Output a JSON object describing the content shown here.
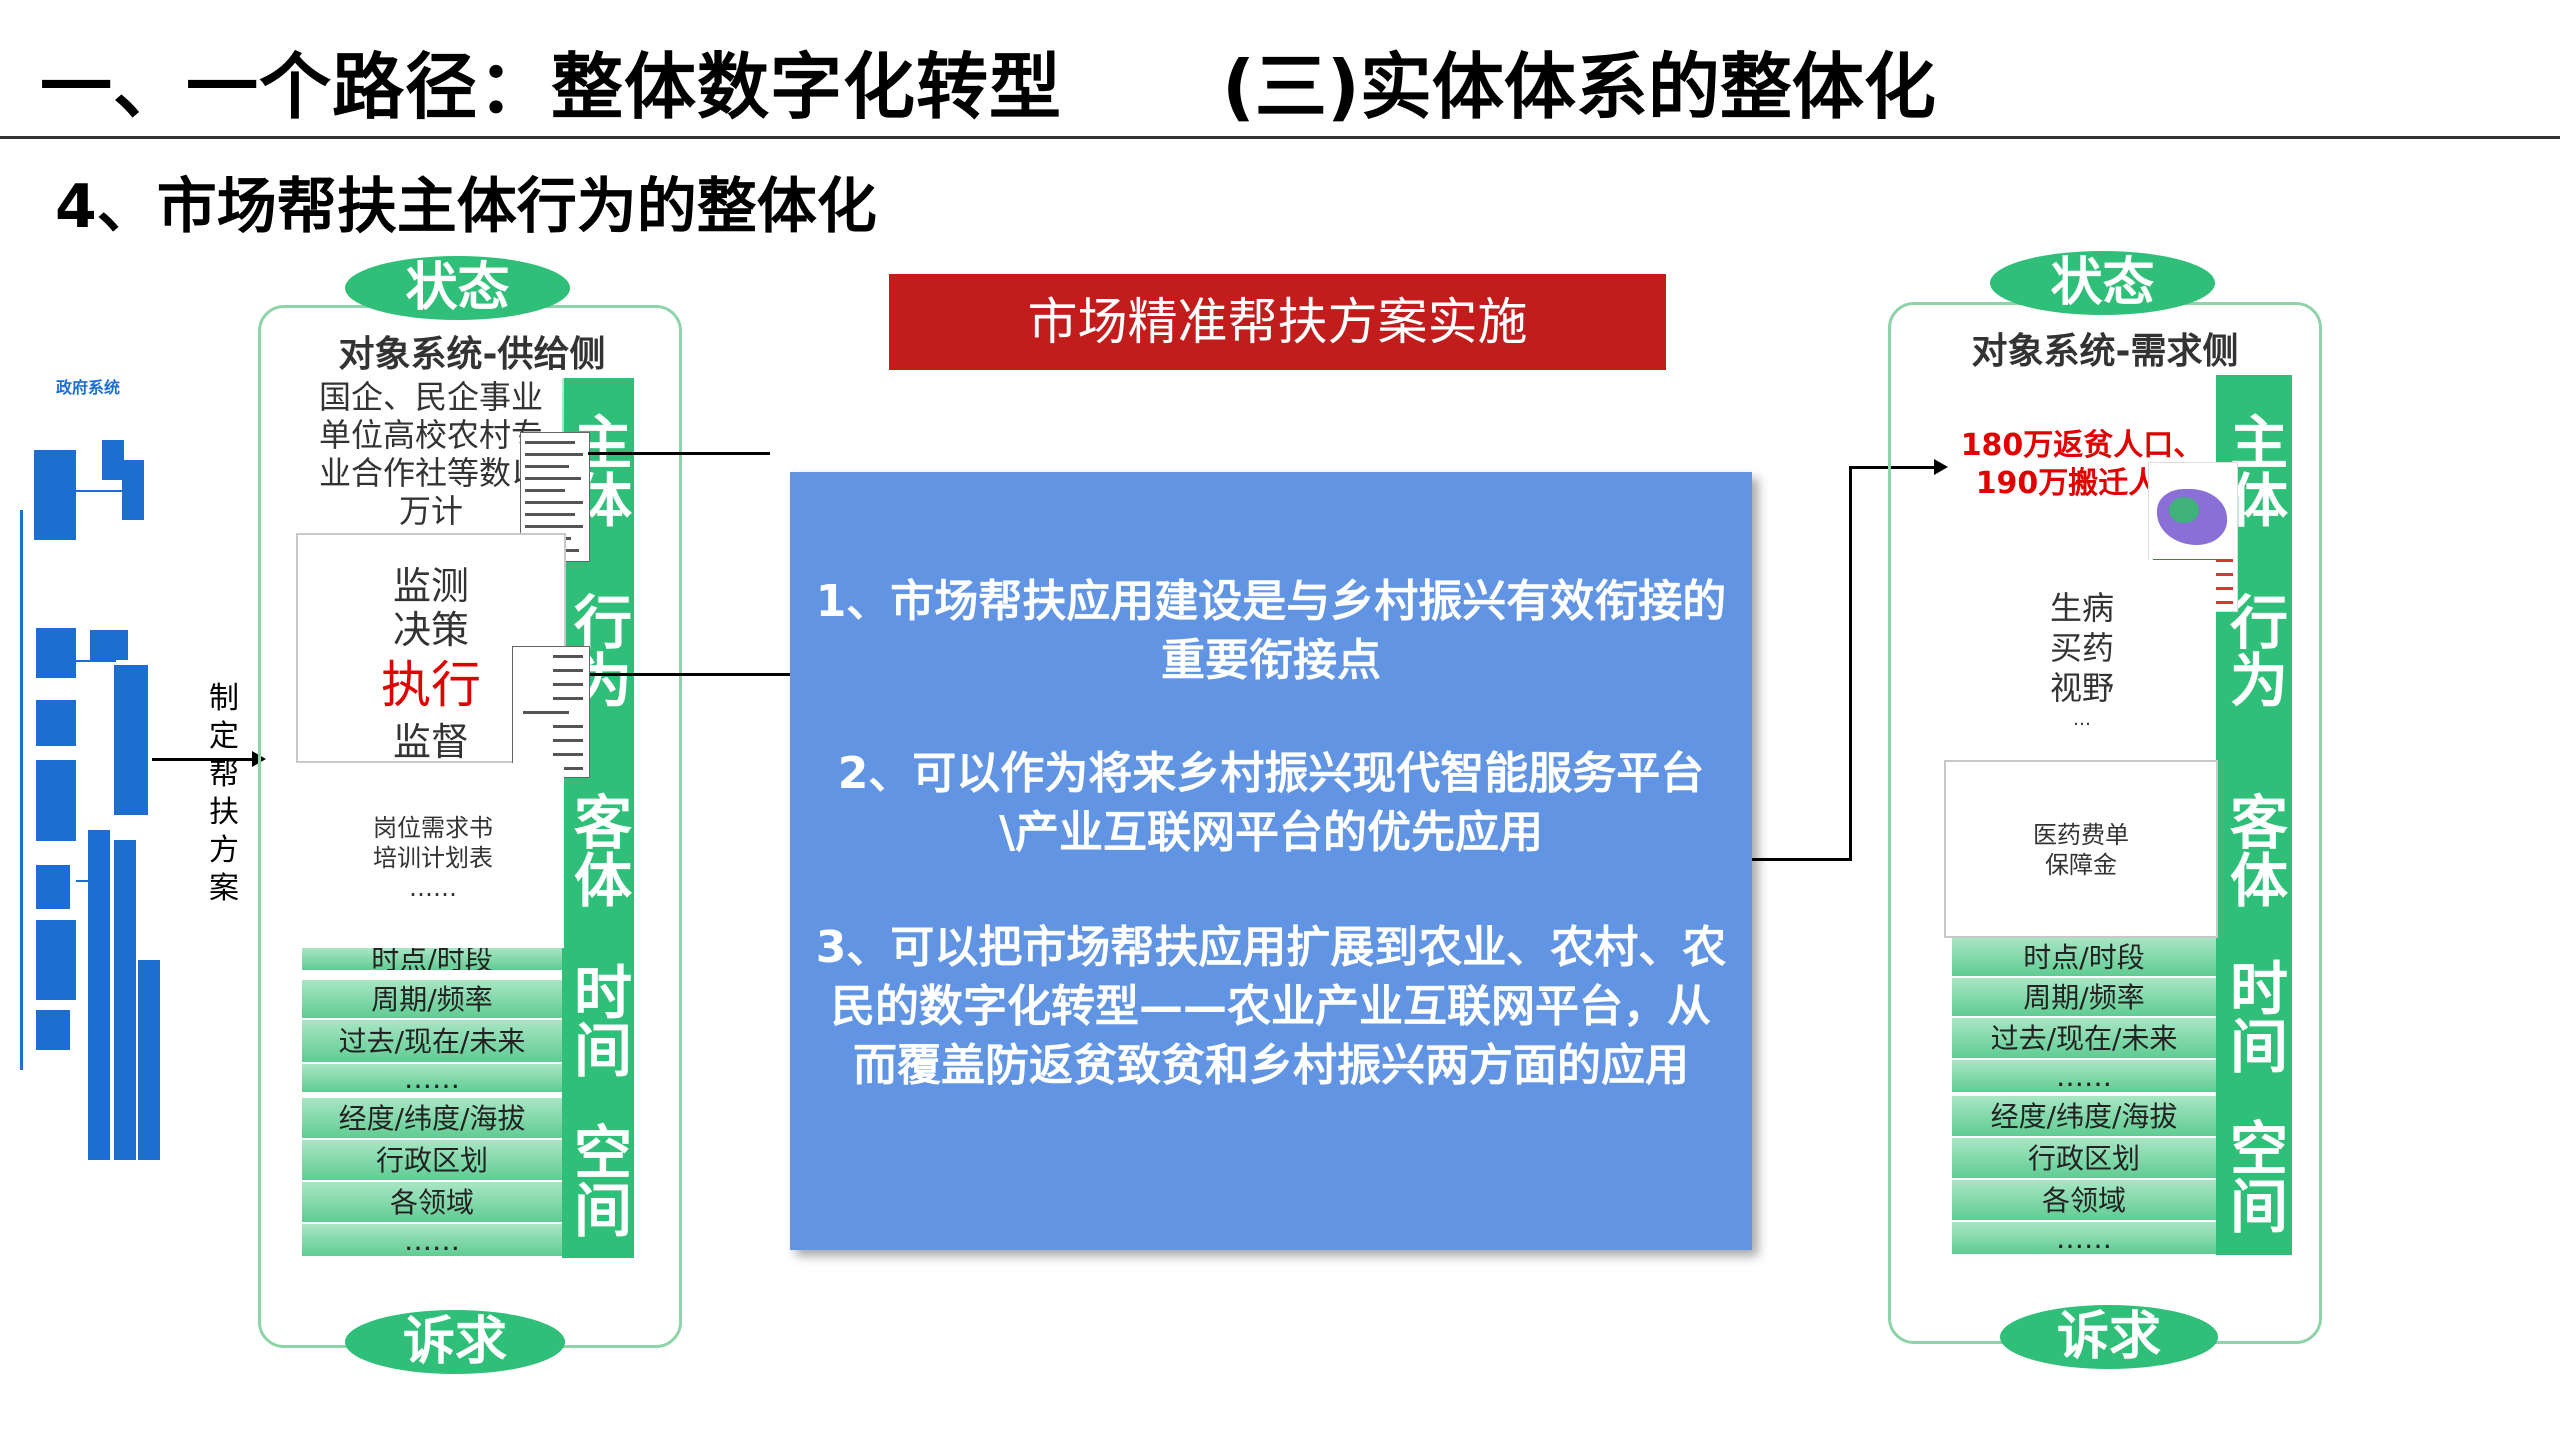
{
  "header": {
    "title": "一、一个路径：整体数字化转型",
    "title_right": "(三)实体体系的整体化",
    "subtitle": "4、市场帮扶主体行为的整体化"
  },
  "center": {
    "banner": "市场精准帮扶方案实施",
    "points": [
      "1、市场帮扶应用建设是与乡村振兴有效衔接的重要衔接点",
      "2、可以作为将来乡村振兴现代智能服务平台\\产业互联网平台的优先应用",
      "3、可以把市场帮扶应用扩展到农业、农村、农民的数字化转型——农业产业互联网平台，从而覆盖防返贫致贫和乡村振兴两方面的应用"
    ]
  },
  "left_panel": {
    "state_label": "状态",
    "title": "对象系统-供给侧",
    "subject_text": "国企、民企事业单位高校农村专业合作社等数以万计",
    "behavior_lines": [
      "监测",
      "决策",
      "执行",
      "监督"
    ],
    "object_lines": [
      "岗位需求书",
      "培训计划表",
      "……"
    ],
    "time_rows": [
      "时点/时段",
      "周期/频率",
      "过去/现在/未来",
      "……"
    ],
    "space_rows": [
      "经度/纬度/海拔",
      "行政区划",
      "各领域",
      "……"
    ],
    "labels": {
      "subject": "主体",
      "behavior": "行为",
      "object": "客体",
      "time": "时间",
      "space": "空间"
    },
    "appeal_label": "诉求"
  },
  "arrow_label": "制定帮扶方案",
  "right_panel": {
    "state_label": "状态",
    "title": "对象系统-需求侧",
    "subject_lines": [
      "180万返贫人口、",
      "190万搬迁人口"
    ],
    "behavior_lines": [
      "生病",
      "买药",
      "视野",
      "…"
    ],
    "object_lines": [
      "医药费单",
      "保障金"
    ],
    "time_rows": [
      "时点/时段",
      "周期/频率",
      "过去/现在/未来",
      "……"
    ],
    "space_rows": [
      "经度/纬度/海拔",
      "行政区划",
      "各领域",
      "……"
    ],
    "labels": {
      "subject": "主体",
      "behavior": "行为",
      "object": "客体",
      "time": "时间",
      "space": "空间"
    },
    "appeal_label": "诉求"
  },
  "tree": {
    "root_label": "政府系统"
  },
  "colors": {
    "green": "#2fbf78",
    "red_banner": "#c21c1c",
    "blue_box": "#6195e3",
    "highlight_red": "#e00000"
  }
}
